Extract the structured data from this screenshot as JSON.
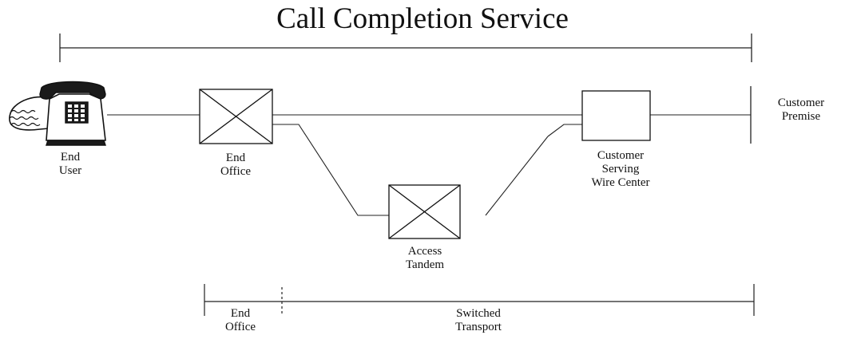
{
  "title": "Call Completion Service",
  "nodes": {
    "end_user": {
      "line1": "End",
      "line2": "User"
    },
    "end_office": {
      "line1": "End",
      "line2": "Office"
    },
    "access_tandem": {
      "line1": "Access",
      "line2": "Tandem"
    },
    "wire_center": {
      "line1": "Customer",
      "line2": "Serving",
      "line3": "Wire Center"
    },
    "customer_premise": {
      "line1": "Customer",
      "line2": "Premise"
    }
  },
  "segments": {
    "end_office": {
      "line1": "End",
      "line2": "Office"
    },
    "switched_transport": {
      "line1": "Switched",
      "line2": "Transport"
    }
  }
}
